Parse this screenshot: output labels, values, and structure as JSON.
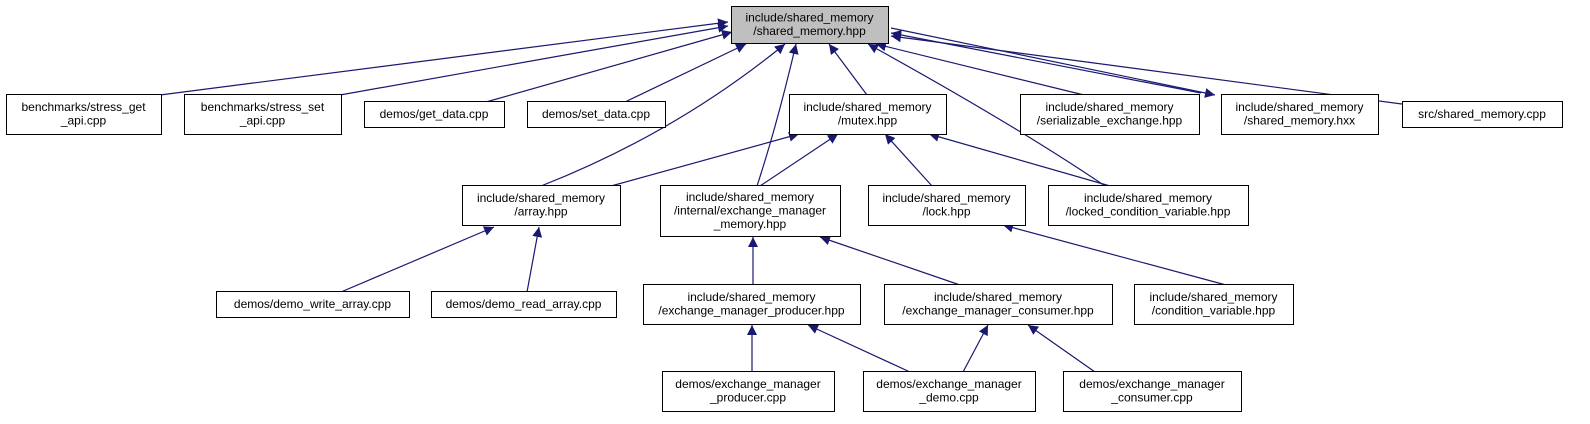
{
  "colors": {
    "edge": "#191970",
    "node_border": "#000000",
    "node_fill": "#ffffff",
    "root_fill": "#bfbfbf"
  },
  "nodes": [
    {
      "id": "root",
      "lines": [
        "include/shared_memory",
        "/shared_memory.hpp"
      ],
      "highlight": true
    },
    {
      "id": "stress_get",
      "lines": [
        "benchmarks/stress_get",
        "_api.cpp"
      ]
    },
    {
      "id": "stress_set",
      "lines": [
        "benchmarks/stress_set",
        "_api.cpp"
      ]
    },
    {
      "id": "get_data",
      "lines": [
        "demos/get_data.cpp"
      ]
    },
    {
      "id": "set_data",
      "lines": [
        "demos/set_data.cpp"
      ]
    },
    {
      "id": "mutex",
      "lines": [
        "include/shared_memory",
        "/mutex.hpp"
      ]
    },
    {
      "id": "serializable",
      "lines": [
        "include/shared_memory",
        "/serializable_exchange.hpp"
      ]
    },
    {
      "id": "hxx",
      "lines": [
        "include/shared_memory",
        "/shared_memory.hxx"
      ]
    },
    {
      "id": "src",
      "lines": [
        "src/shared_memory.cpp"
      ]
    },
    {
      "id": "array",
      "lines": [
        "include/shared_memory",
        "/array.hpp"
      ]
    },
    {
      "id": "emem",
      "lines": [
        "include/shared_memory",
        "/internal/exchange_manager",
        "_memory.hpp"
      ]
    },
    {
      "id": "lock",
      "lines": [
        "include/shared_memory",
        "/lock.hpp"
      ]
    },
    {
      "id": "lcv",
      "lines": [
        "include/shared_memory",
        "/locked_condition_variable.hpp"
      ]
    },
    {
      "id": "write_array",
      "lines": [
        "demos/demo_write_array.cpp"
      ]
    },
    {
      "id": "read_array",
      "lines": [
        "demos/demo_read_array.cpp"
      ]
    },
    {
      "id": "producer",
      "lines": [
        "include/shared_memory",
        "/exchange_manager_producer.hpp"
      ]
    },
    {
      "id": "consumer",
      "lines": [
        "include/shared_memory",
        "/exchange_manager_consumer.hpp"
      ]
    },
    {
      "id": "cv",
      "lines": [
        "include/shared_memory",
        "/condition_variable.hpp"
      ]
    },
    {
      "id": "d_producer",
      "lines": [
        "demos/exchange_manager",
        "_producer.cpp"
      ]
    },
    {
      "id": "d_demo",
      "lines": [
        "demos/exchange_manager",
        "_demo.cpp"
      ]
    },
    {
      "id": "d_consumer",
      "lines": [
        "demos/exchange_manager",
        "_consumer.cpp"
      ]
    }
  ],
  "edges": [
    {
      "from": "stress_get",
      "to": "root"
    },
    {
      "from": "stress_set",
      "to": "root"
    },
    {
      "from": "get_data",
      "to": "root"
    },
    {
      "from": "set_data",
      "to": "root"
    },
    {
      "from": "mutex",
      "to": "root"
    },
    {
      "from": "serializable",
      "to": "root"
    },
    {
      "from": "hxx",
      "to": "root"
    },
    {
      "from": "root",
      "to": "hxx"
    },
    {
      "from": "src",
      "to": "root"
    },
    {
      "from": "array",
      "to": "root"
    },
    {
      "from": "emem",
      "to": "root"
    },
    {
      "from": "lcv",
      "to": "root"
    },
    {
      "from": "array",
      "to": "mutex"
    },
    {
      "from": "emem",
      "to": "mutex"
    },
    {
      "from": "lock",
      "to": "mutex"
    },
    {
      "from": "lcv",
      "to": "mutex"
    },
    {
      "from": "write_array",
      "to": "array"
    },
    {
      "from": "read_array",
      "to": "array"
    },
    {
      "from": "producer",
      "to": "emem"
    },
    {
      "from": "consumer",
      "to": "emem"
    },
    {
      "from": "cv",
      "to": "lock"
    },
    {
      "from": "d_producer",
      "to": "producer"
    },
    {
      "from": "d_demo",
      "to": "producer"
    },
    {
      "from": "d_demo",
      "to": "consumer"
    },
    {
      "from": "d_consumer",
      "to": "consumer"
    }
  ]
}
